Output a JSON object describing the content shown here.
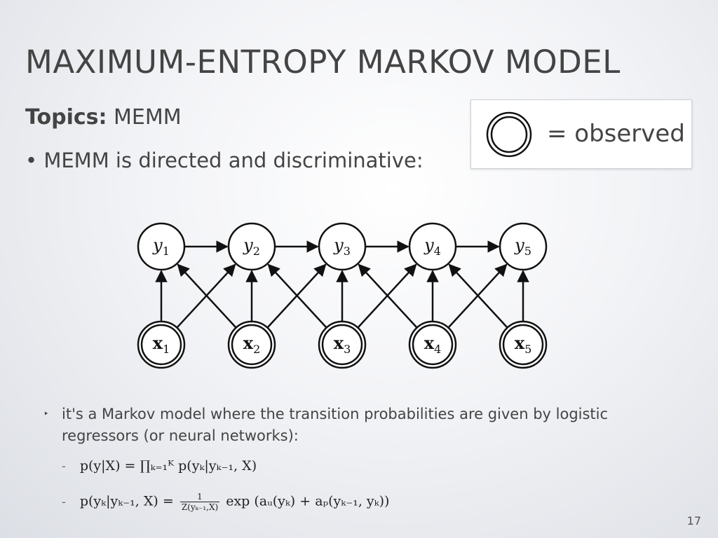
{
  "title": "MAXIMUM-ENTROPY MARKOV MODEL",
  "topics": {
    "label": "Topics:",
    "value": "MEMM"
  },
  "bullet": "• MEMM is directed and discriminative:",
  "legend": {
    "text": "= observed"
  },
  "graph": {
    "y_nodes": [
      "y1",
      "y2",
      "y3",
      "y4",
      "y5"
    ],
    "x_nodes": [
      "x1",
      "x2",
      "x3",
      "x4",
      "x5"
    ]
  },
  "sub_bullet": {
    "marker": "‣",
    "text": "it's a Markov model where the transition probabilities are given by logistic regressors (or neural networks):"
  },
  "equations": {
    "dash": "-",
    "eq1": "p(y|X) = ∏ₖ₌₁ᴷ p(yₖ|yₖ₋₁, X)",
    "eq2_left": "p(yₖ|yₖ₋₁, X) =",
    "eq2_num": "1",
    "eq2_den": "Z(yₖ₋₁,X)",
    "eq2_right": "exp (aᵤ(yₖ) + aₚ(yₖ₋₁, yₖ))"
  },
  "page_number": "17"
}
